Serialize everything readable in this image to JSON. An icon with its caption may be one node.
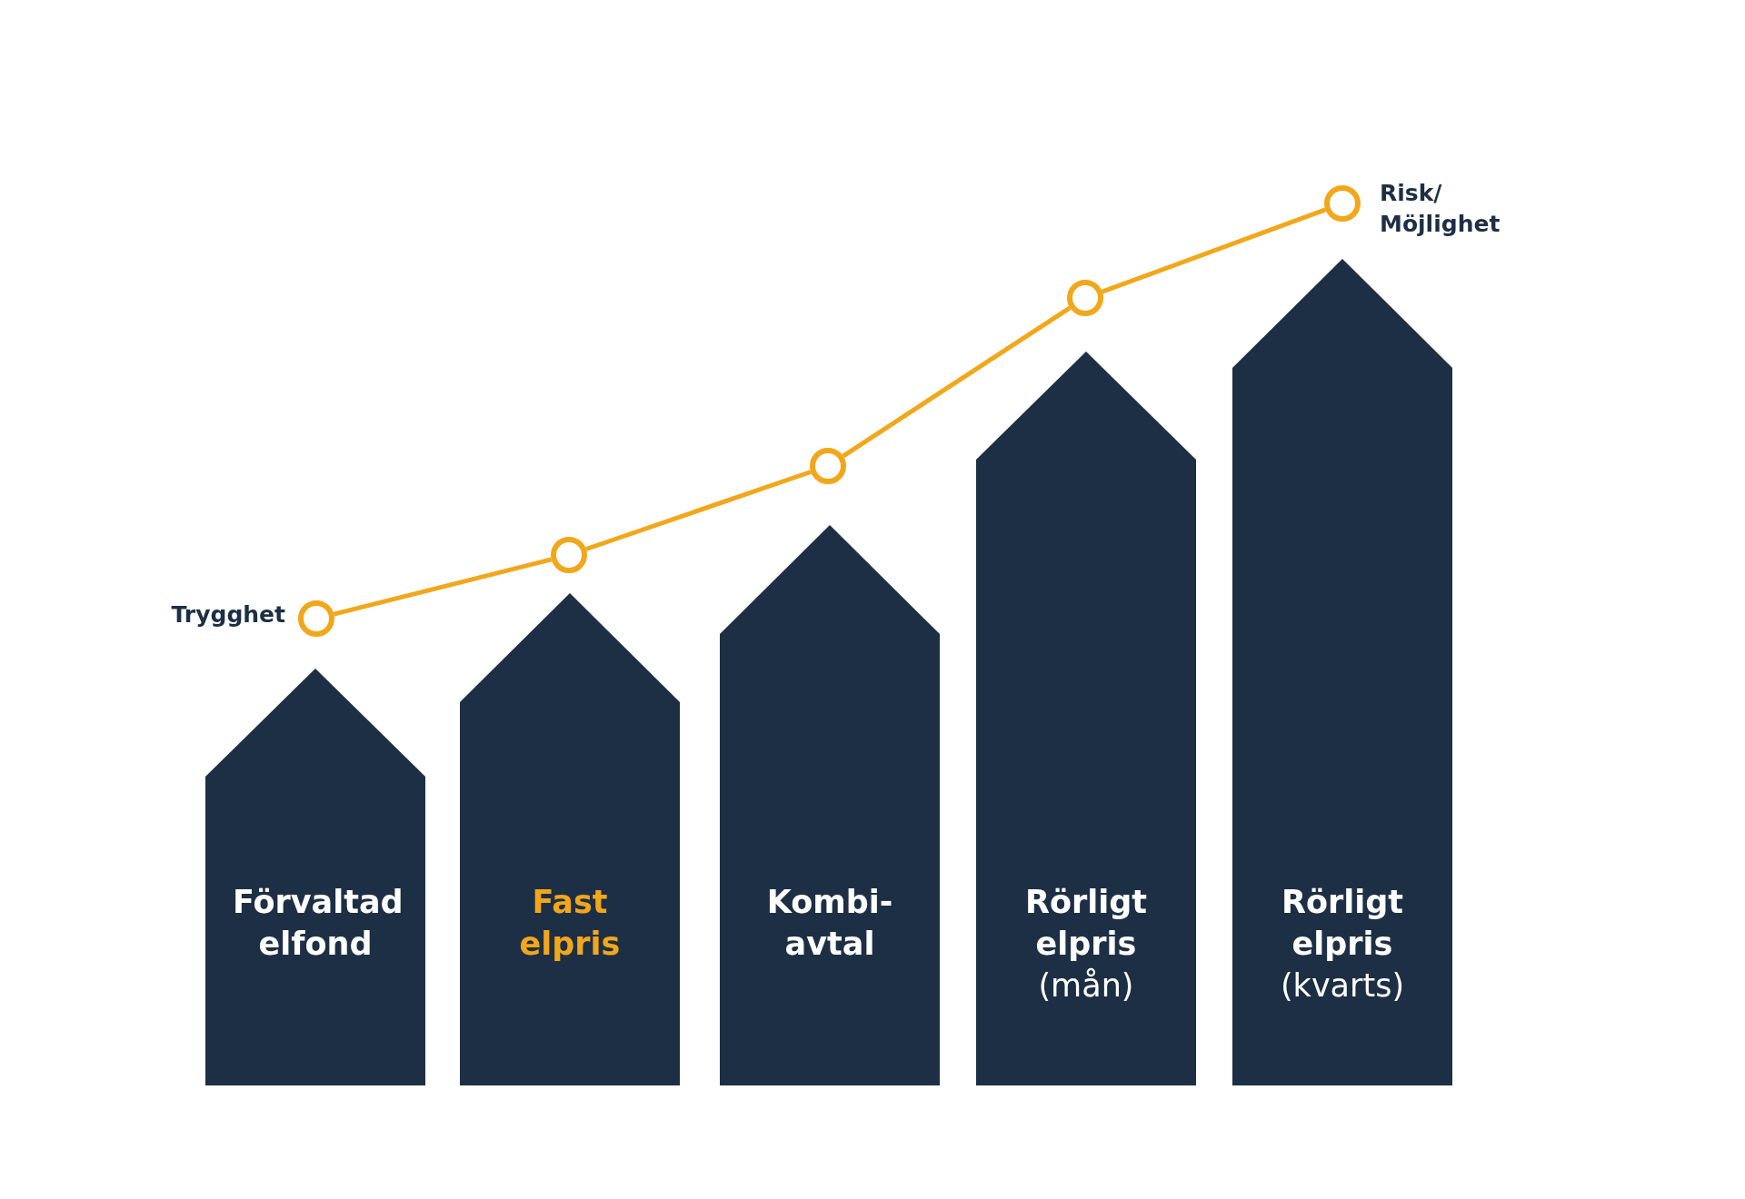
{
  "diagram": {
    "nodes": [
      {
        "text": [
          "Förvaltad elfond"
        ]
      },
      {
        "text": [
          "Fast elpris"
        ]
      },
      {
        "text": [
          "Kombi- avtal"
        ]
      },
      {
        "text": [
          "Rörligt elpris",
          "(mån)"
        ]
      },
      {
        "text": [
          "Rörligt elpris",
          "(kvarts)"
        ]
      },
      {
        "text": [],
        "shape": "circle",
        "beside": [
          "Trygghet"
        ]
      },
      {
        "text": [],
        "shape": "circle"
      },
      {
        "text": [],
        "shape": "circle"
      },
      {
        "text": [],
        "shape": "circle"
      },
      {
        "text": [],
        "shape": "circle",
        "beside": [
          "Risk/ Möjlighet"
        ]
      }
    ],
    "edges": [
      {
        "from": 5,
        "to": 6,
        "arrow": "none"
      },
      {
        "from": 6,
        "to": 7,
        "arrow": "none"
      },
      {
        "from": 7,
        "to": 8,
        "arrow": "none"
      },
      {
        "from": 8,
        "to": 9,
        "arrow": "none"
      }
    ]
  }
}
